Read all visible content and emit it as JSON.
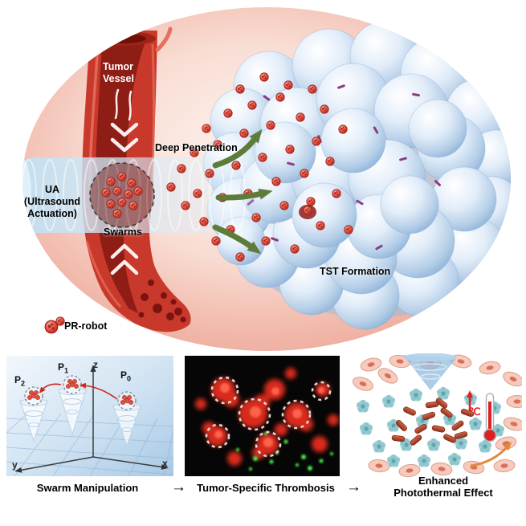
{
  "top": {
    "tumor_vessel_line1": "Tumor",
    "tumor_vessel_line2": "Vessel",
    "ua_line1": "UA",
    "ua_line2": "(Ultrasound",
    "ua_line3": "Actuation)",
    "deep_penetration": "Deep Penetration",
    "swarms": "Swarms",
    "tst_formation": "TST Formation",
    "legend_pr_robot": "PR-robot"
  },
  "panels": {
    "swarm": {
      "caption": "Swarm Manipulation",
      "axis_x": "x",
      "axis_y": "y",
      "axis_z": "z",
      "points": [
        {
          "label": "P",
          "sub": "2"
        },
        {
          "label": "P",
          "sub": "1"
        },
        {
          "label": "P",
          "sub": "0"
        }
      ]
    },
    "thrombosis": {
      "caption": "Tumor-Specific Thrombosis"
    },
    "photothermal": {
      "caption_line1": "Enhanced",
      "caption_line2": "Photothermal Effect",
      "temp_unit": "℃"
    },
    "flow_arrow": "→"
  },
  "colors": {
    "background_ellipse": "#f2bcae",
    "vessel_red": "#c8392b",
    "vessel_lumen": "#8e1d16",
    "robot_red": "#e65447",
    "tumor_blue": "#b6cfe8",
    "beam_blue": "#cfe8f8",
    "arrow_green": "#5d7b39",
    "thermometer_red": "#e02020"
  }
}
